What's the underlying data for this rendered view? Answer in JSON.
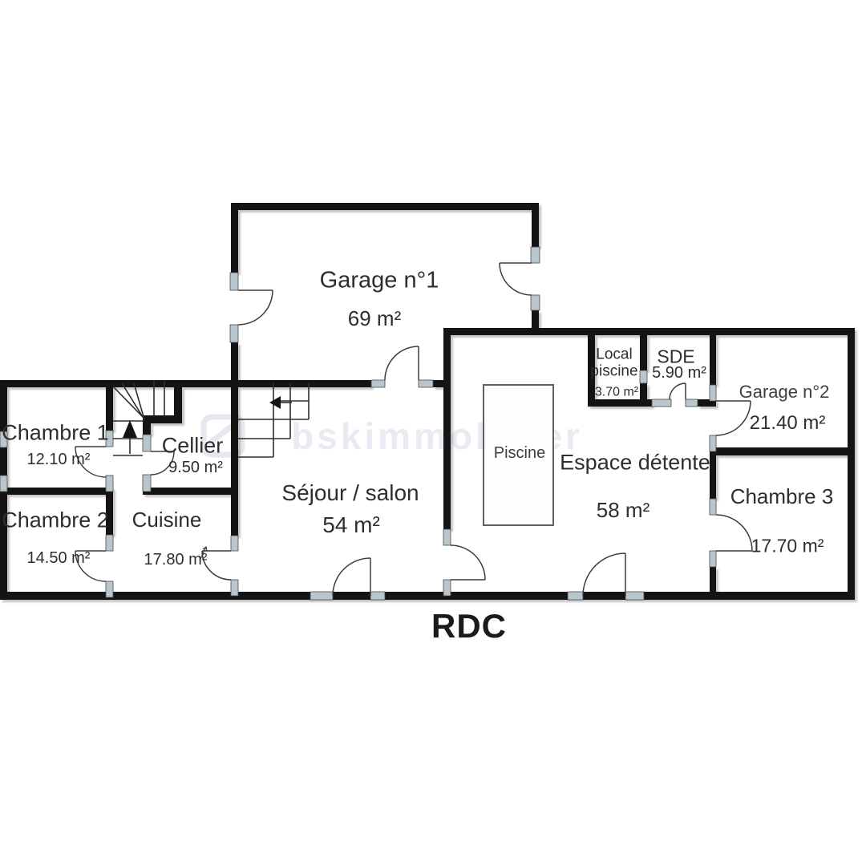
{
  "plan": {
    "floor_label": "RDC",
    "watermark": "bskimmobilier",
    "rooms": {
      "garage1": {
        "name": "Garage n°1",
        "area": "69 m²"
      },
      "chambre1": {
        "name": "Chambre 1",
        "area": "12.10 m²"
      },
      "cellier": {
        "name": "Cellier",
        "area": "9.50 m²"
      },
      "chambre2": {
        "name": "Chambre 2",
        "area": "14.50 m²"
      },
      "cuisine": {
        "name": "Cuisine",
        "area": "17.80 m²"
      },
      "sejour": {
        "name": "Séjour / salon",
        "area": "54 m²"
      },
      "local_piscine": {
        "name": "Local piscine",
        "area": "3.70 m²"
      },
      "sde": {
        "name": "SDE",
        "area": "5.90 m²"
      },
      "garage2": {
        "name": "Garage n°2",
        "area": "21.40 m²"
      },
      "piscine": {
        "name": "Piscine"
      },
      "espace_detente": {
        "name": "Espace détente",
        "area": "58 m²"
      },
      "chambre3": {
        "name": "Chambre 3",
        "area": "17.70 m²"
      }
    },
    "colors": {
      "wall": "#141414",
      "window": "#b9c6ce",
      "watermark": "#e9eaf2"
    }
  }
}
